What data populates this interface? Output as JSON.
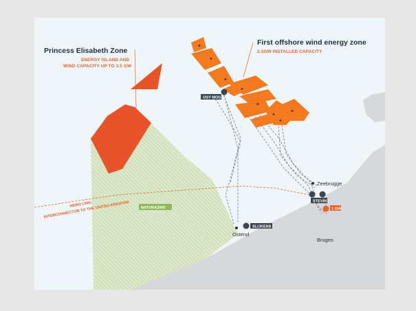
{
  "zones": {
    "princess": {
      "title": "Princess Elisabeth Zone",
      "subtitle_lines": [
        "ENERGY ISLAND AND",
        "WIND CAPACITY UP TO 3.5 GW"
      ]
    },
    "first": {
      "title": "First offshore wind energy zone",
      "subtitle": "2.3GW INSTALLED CAPACITY"
    }
  },
  "labels": {
    "natura": "NATURA2000",
    "nemo_line1": "NEMO LINK:",
    "nemo_line2": "INTERCONNECTOR TO THE UNITED KINGDOM"
  },
  "places": {
    "zeebrugge": "Zeebrugge",
    "ostend": "Ostend",
    "bruges": "Bruges"
  },
  "stations": {
    "osy_mog": "OSY MOG",
    "slijkens": "SLIJKENS",
    "stevin": "STEVIN",
    "one_gw": "1 GW"
  },
  "colors": {
    "sea": "#eef6fa",
    "land": "#d6d8da",
    "zone_orange": "#f47a20",
    "princess_orange": "#e8532a",
    "natura_green": "#c9dcae",
    "natura_label_bg": "#8fb85a",
    "station_bg": "#3a4650",
    "accent": "#e8612c",
    "cable": "#6b7a86"
  },
  "icons": {
    "wind_turbine": "turbine-star-icon",
    "substation": "cube-icon"
  }
}
